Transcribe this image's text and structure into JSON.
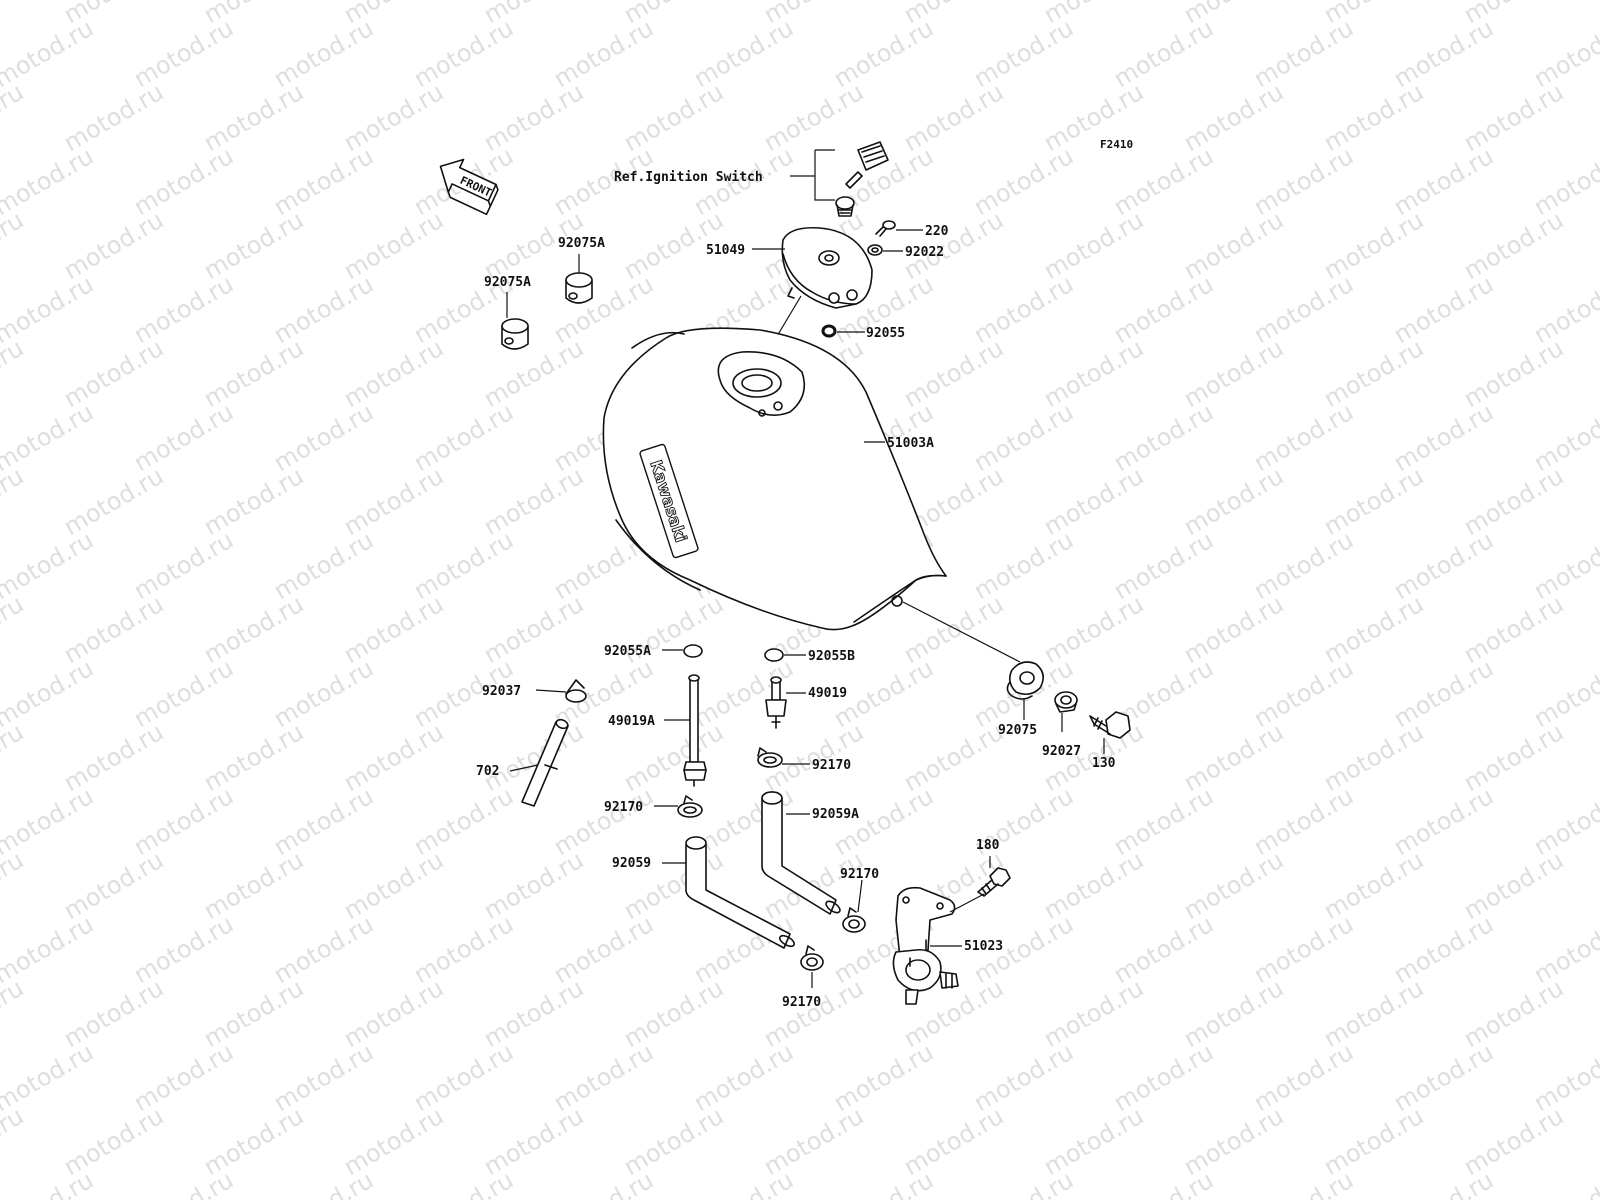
{
  "diagram_code": "F2410",
  "front_arrow_text": "FRONT",
  "watermark_text": "motod.ru",
  "tank_logo": "Kawasaki",
  "labels": {
    "ref_ignition": "Ref.Ignition Switch",
    "p220": "220",
    "p92022": "92022",
    "p51049": "51049",
    "p92055": "92055",
    "p92075A_top": "92075A",
    "p92075A_left": "92075A",
    "p51003A": "51003A",
    "p92055A": "92055A",
    "p92055B": "92055B",
    "p92037": "92037",
    "p49019A": "49019A",
    "p49019": "49019",
    "p702": "702",
    "p92170_a": "92170",
    "p92170_b": "92170",
    "p92170_c": "92170",
    "p92170_d": "92170",
    "p92059A": "92059A",
    "p92059": "92059",
    "p92075": "92075",
    "p92027": "92027",
    "p130": "130",
    "p180": "180",
    "p51023": "51023"
  }
}
